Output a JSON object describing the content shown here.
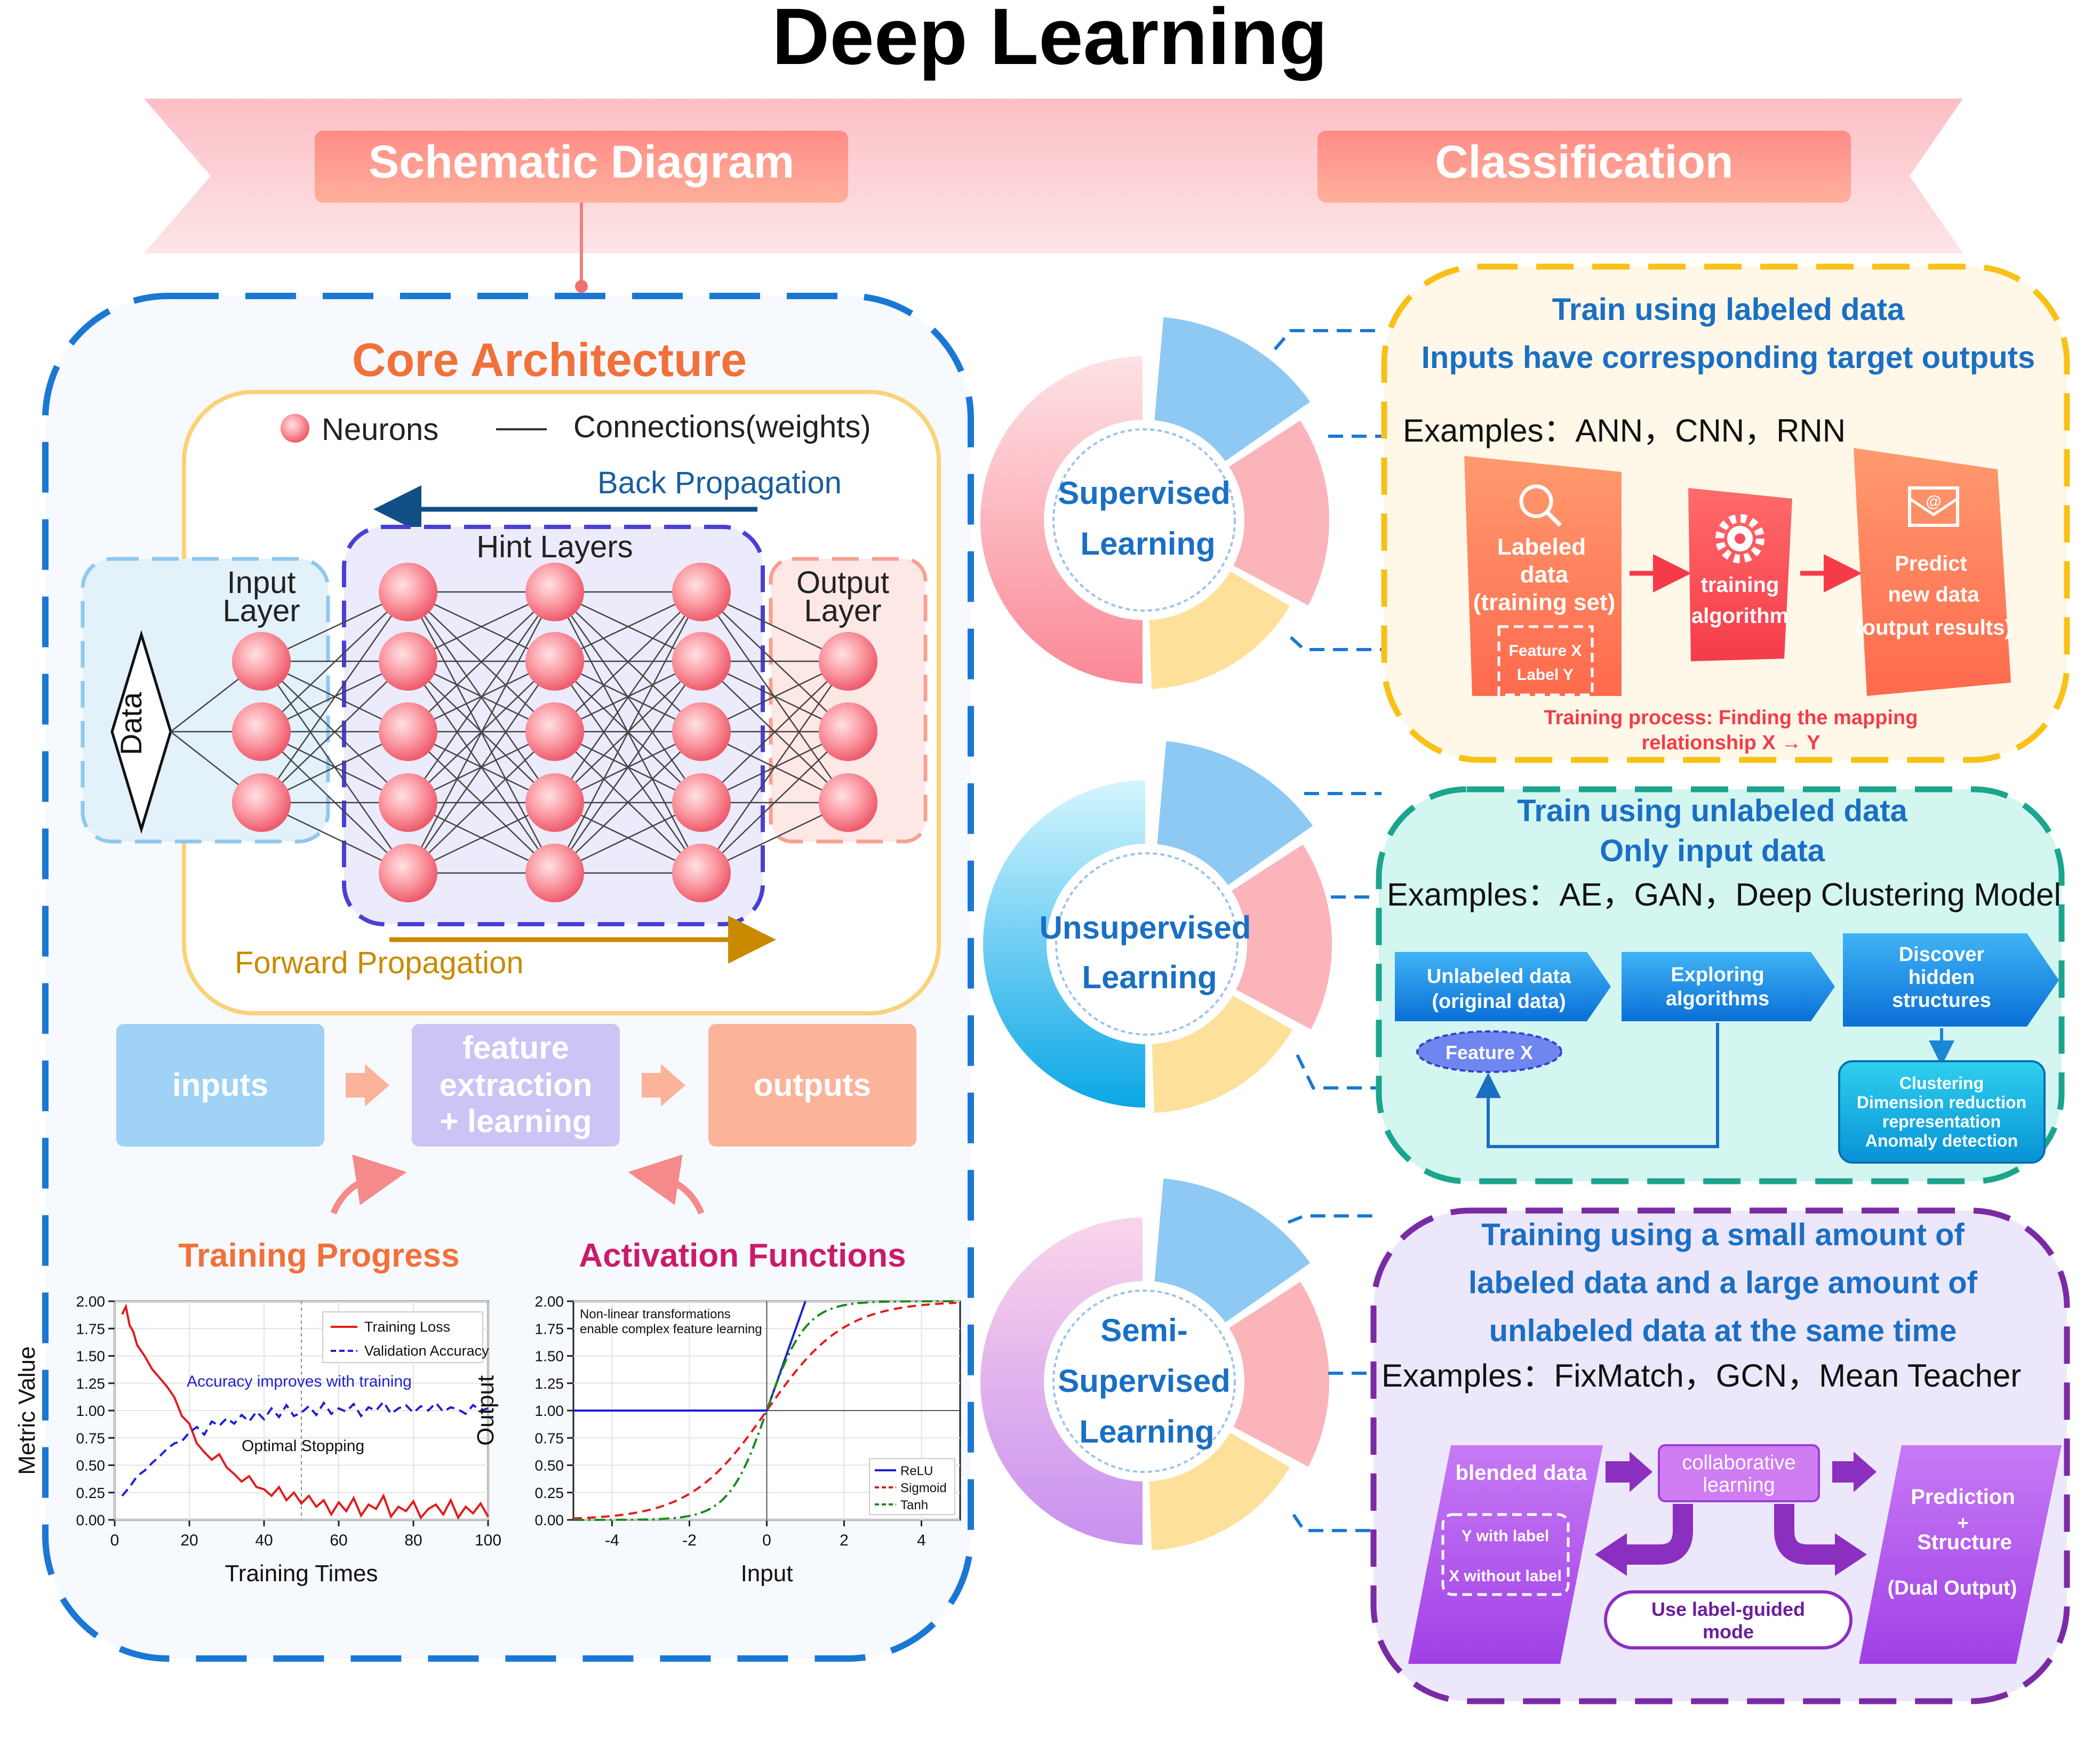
{
  "title": "Deep Learning",
  "banner": {
    "left": "Schematic Diagram",
    "right": "Classification"
  },
  "architecture": {
    "title": "Core Architecture",
    "legend_neurons": "Neurons",
    "legend_connections": "Connections(weights)",
    "back_propagation": "Back Propagation",
    "forward_propagation": "Forward Propagation",
    "hint_layers": "Hint Layers",
    "input_layer": [
      "Input",
      "Layer"
    ],
    "output_layer": [
      "Output",
      "Layer"
    ],
    "data": "Data"
  },
  "flow": {
    "inputs": "inputs",
    "feature": [
      "feature",
      "extraction",
      "+ learning"
    ],
    "outputs": "outputs"
  },
  "training_progress": {
    "title": "Training Progress",
    "chart_data": {
      "type": "line",
      "xlabel": "Training Times",
      "ylabel": "Metric Value",
      "xlim": [
        0,
        100
      ],
      "ylim": [
        0,
        2.0
      ],
      "x_ticks": [
        "0",
        "20",
        "40",
        "60",
        "80",
        "100"
      ],
      "y_ticks": [
        "0.00",
        "0.25",
        "0.50",
        "0.75",
        "1.00",
        "1.25",
        "1.50",
        "1.75",
        "2.00"
      ],
      "grid": true,
      "legend": "top-right",
      "annotations": [
        "Accuracy improves with training",
        "Optimal Stopping"
      ],
      "optimal_stopping_x": 50,
      "series": [
        {
          "name": "Training Loss",
          "color": "#e41a1c",
          "style": "solid",
          "x": [
            2,
            3,
            4,
            5,
            6,
            8,
            10,
            12,
            14,
            16,
            18,
            20,
            22,
            24,
            26,
            28,
            30,
            32,
            34,
            36,
            38,
            40,
            42,
            44,
            46,
            48,
            50,
            52,
            54,
            56,
            58,
            60,
            62,
            64,
            66,
            68,
            70,
            72,
            74,
            76,
            78,
            80,
            82,
            84,
            86,
            88,
            90,
            92,
            94,
            96,
            98,
            100
          ],
          "values": [
            1.88,
            1.95,
            1.78,
            1.72,
            1.6,
            1.5,
            1.38,
            1.3,
            1.22,
            1.12,
            0.95,
            0.88,
            0.7,
            0.62,
            0.55,
            0.6,
            0.48,
            0.42,
            0.35,
            0.4,
            0.3,
            0.28,
            0.22,
            0.3,
            0.18,
            0.25,
            0.15,
            0.22,
            0.12,
            0.18,
            0.05,
            0.16,
            0.08,
            0.2,
            0.04,
            0.14,
            0.1,
            0.22,
            0.03,
            0.12,
            0.08,
            0.17,
            0.02,
            0.1,
            0.14,
            0.05,
            0.18,
            0.02,
            0.12,
            0.06,
            0.15,
            0.03
          ]
        },
        {
          "name": "Validation Accuracy",
          "color": "#1f1fd1",
          "style": "dashed",
          "x": [
            2,
            4,
            6,
            8,
            10,
            12,
            14,
            16,
            18,
            20,
            22,
            24,
            26,
            28,
            30,
            32,
            34,
            36,
            38,
            40,
            42,
            44,
            46,
            48,
            50,
            52,
            54,
            56,
            58,
            60,
            62,
            64,
            66,
            68,
            70,
            72,
            74,
            76,
            78,
            80,
            82,
            84,
            86,
            88,
            90,
            92,
            94,
            96,
            98,
            100
          ],
          "values": [
            0.22,
            0.3,
            0.4,
            0.45,
            0.52,
            0.58,
            0.65,
            0.7,
            0.72,
            0.8,
            0.85,
            0.78,
            0.9,
            0.86,
            0.93,
            0.88,
            0.96,
            0.9,
            0.99,
            0.92,
            1.02,
            0.94,
            1.05,
            0.95,
            0.98,
            1.04,
            0.96,
            1.07,
            0.97,
            1.02,
            0.99,
            1.06,
            0.95,
            1.03,
            1.0,
            1.08,
            0.97,
            1.02,
            1.05,
            0.98,
            1.04,
            1.0,
            1.07,
            0.99,
            1.03,
            1.01,
            0.97,
            1.05,
            1.0,
            1.02
          ]
        }
      ]
    }
  },
  "activation_functions": {
    "title": "Activation Functions",
    "chart_data": {
      "type": "line",
      "xlabel": "Input",
      "ylabel": "Output",
      "xlim": [
        -5,
        5
      ],
      "ylim": [
        0,
        2.0
      ],
      "x_ticks": [
        "-4",
        "-2",
        "0",
        "2",
        "4"
      ],
      "y_ticks": [
        "0.00",
        "0.25",
        "0.50",
        "0.75",
        "1.00",
        "1.25",
        "1.50",
        "1.75",
        "2.00"
      ],
      "grid": true,
      "legend": "bottom-right",
      "annotation": [
        "Non-linear transformations",
        "enable complex feature learning"
      ],
      "series": [
        {
          "name": "ReLU",
          "color": "#1f1fd1",
          "style": "solid",
          "curve": "relu"
        },
        {
          "name": "Sigmoid",
          "color": "#e41a1c",
          "style": "dashed",
          "curve": "sigmoid"
        },
        {
          "name": "Tanh",
          "color": "#1a8a1a",
          "style": "dashdot",
          "curve": "tanh"
        }
      ]
    }
  },
  "supervised": {
    "ring_label": [
      "Supervised",
      "Learning"
    ],
    "lines": [
      "Train using labeled data",
      "Inputs have corresponding target outputs"
    ],
    "examples": "Examples：ANN，CNN，RNN",
    "step1": [
      "Labeled",
      "data",
      "(training set)"
    ],
    "step1_sub": [
      "Feature X",
      "Label Y"
    ],
    "step2": [
      "training",
      "algorithm"
    ],
    "step3": [
      "Predict",
      "new data",
      "(output results)"
    ],
    "process": [
      "Training process: Finding the mapping",
      "relationship  X → Y"
    ]
  },
  "unsupervised": {
    "ring_label": [
      "Unsupervised",
      "Learning"
    ],
    "lines": [
      "Train using unlabeled data",
      "Only input data"
    ],
    "examples": "Examples：AE，GAN，Deep Clustering Model",
    "step1": [
      "Unlabeled data",
      "(original data)"
    ],
    "step2": [
      "Exploring",
      "algorithms"
    ],
    "step3": [
      "Discover",
      "hidden",
      "structures"
    ],
    "feature": "Feature X",
    "result": [
      "Clustering",
      "Dimension reduction",
      "representation",
      "Anomaly detection"
    ]
  },
  "semi": {
    "ring_label": [
      "Semi-",
      "Supervised",
      "Learning"
    ],
    "lines": [
      "Training using a small amount of",
      "labeled data and a large amount of",
      "unlabeled data at the same time"
    ],
    "examples": "Examples：FixMatch，GCN，Mean Teacher",
    "step1": "blended data",
    "step1_sub": [
      "Y with label",
      "X without label"
    ],
    "step2": [
      "collaborative",
      "learning"
    ],
    "step3": [
      "Prediction",
      "+",
      "Structure",
      "(Dual Output)"
    ],
    "mode": [
      "Use label-guided",
      "mode"
    ]
  }
}
